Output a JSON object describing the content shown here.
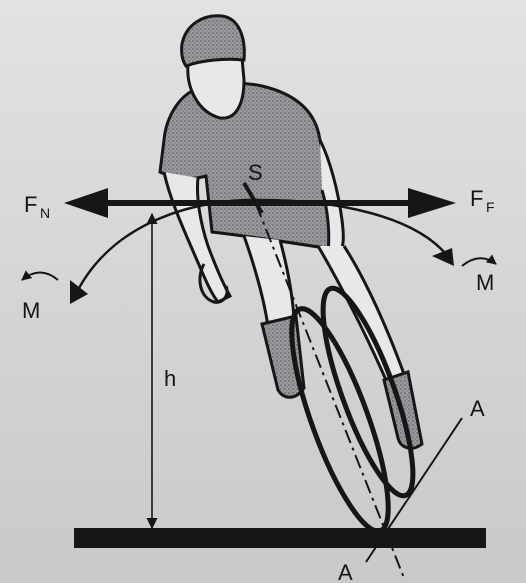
{
  "labels": {
    "fn_main": "F",
    "fn_sub": "N",
    "ff_main": "F",
    "ff_sub": "F",
    "s": "S",
    "h": "h",
    "m_left": "M",
    "m_right": "M",
    "a_top": "A",
    "a_bottom": "A"
  },
  "colors": {
    "ink": "#161616",
    "jersey": "#8e8e92",
    "skin": "#e8e8ea",
    "background": "#d9d9db",
    "ground": "#161616"
  }
}
